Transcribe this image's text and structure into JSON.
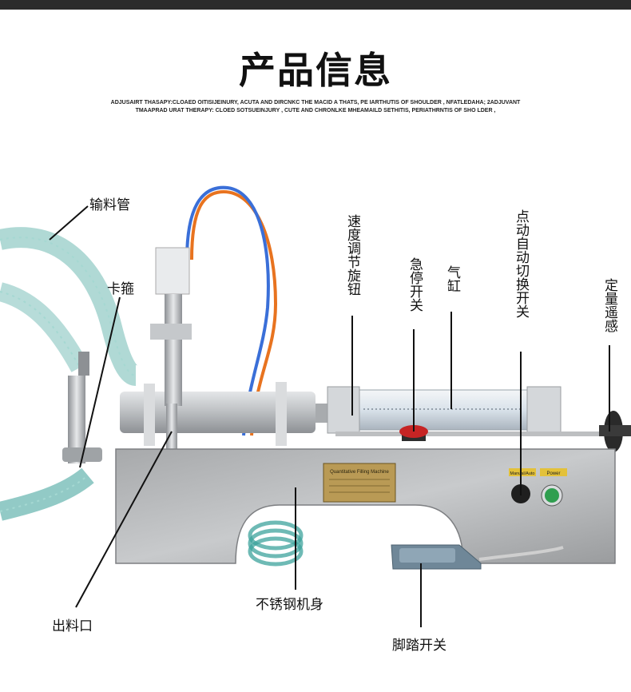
{
  "header": {
    "title": "产品信息",
    "subtitle": "ADJUSAIRT THASAPY:CLOAED OITISIJEINURY, ACUTA AND DIRCNKC THE MACID A THATS, PE IARTHUTIS OF SHOULDER , NFATLEDAHA; 2ADJUVANT TMAAPRAD URAT THERAPY: CLOED SOTSUEINJURY , CUTE AND CHRONLKE MHEAMAILD SETHITIS, PERIATHRNTIS OF SHO LDER ,"
  },
  "labels": {
    "feed_pipe": "输料管",
    "clamp": "卡箍",
    "speed_knob": "速度调节旋钮",
    "emergency_stop": "急停开关",
    "cylinder": "气缸",
    "auto_switch": "点动自动切换开关",
    "quantitative_remote": "定量遥感",
    "stainless_body": "不锈钢机身",
    "outlet": "出料口",
    "foot_switch": "脚踏开关"
  },
  "machine": {
    "nameplate": "Quantitative Filling Machine",
    "button_left_label": "Manual/Auto",
    "button_right_label": "Power"
  },
  "colors": {
    "steel": "#b9bcbf",
    "hose_teal": "#6fb9b3",
    "orange_tube": "#e8731f",
    "blue_tube": "#3a6fd8",
    "stop_red": "#c62424",
    "power_green": "#2f9e4f"
  }
}
